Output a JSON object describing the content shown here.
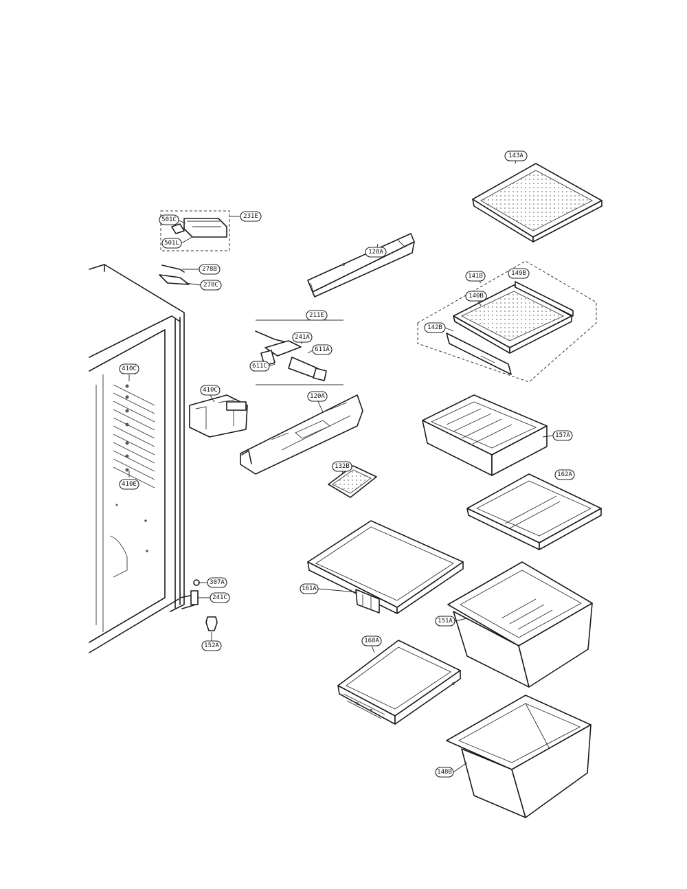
{
  "callouts": {
    "c143a": "143A",
    "c231e": "231E",
    "c501c": "501C",
    "c501l": "501L",
    "c278b": "278B",
    "c278c": "278C",
    "c128a": "128A",
    "c141b": "141B",
    "c149b": "149B",
    "c140b": "140B",
    "c142b": "142B",
    "c211e": "211E",
    "c241a": "241A",
    "c611a": "611A",
    "c611c": "611C",
    "c410c": "410C",
    "c120a": "120A",
    "c410e": "410E",
    "c157a": "157A",
    "c162a": "162A",
    "c132b": "132B",
    "c161a": "161A",
    "c307a": "307A",
    "c241c": "241C",
    "c160a": "160A",
    "c151a": "151A",
    "c152a": "152A",
    "c148b": "148B"
  }
}
